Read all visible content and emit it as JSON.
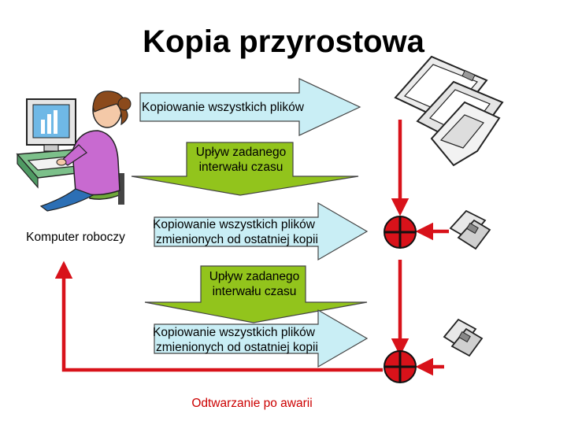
{
  "title": "Kopia przyrostowa",
  "workstation_label": "Komputer roboczy",
  "steps": {
    "full_copy": "Kopiowanie wszystkich plików",
    "interval_1": [
      "Upływ zadanego",
      "interwału czasu"
    ],
    "incremental_1": [
      "Kopiowanie wszystkich plików",
      "zmienionych od ostatniej kopii"
    ],
    "interval_2": [
      "Upływ zadanego",
      "interwału czasu"
    ],
    "incremental_2": [
      "Kopiowanie wszystkich plików",
      "zmienionych od ostatniej kopii"
    ]
  },
  "recovery_label": "Odtwarzanie po awarii",
  "colors": {
    "right_arrow_fill": "#c9eef5",
    "down_arrow_fill": "#92c41c",
    "flow_red": "#d8121a",
    "recovery_text": "#cc0000"
  }
}
